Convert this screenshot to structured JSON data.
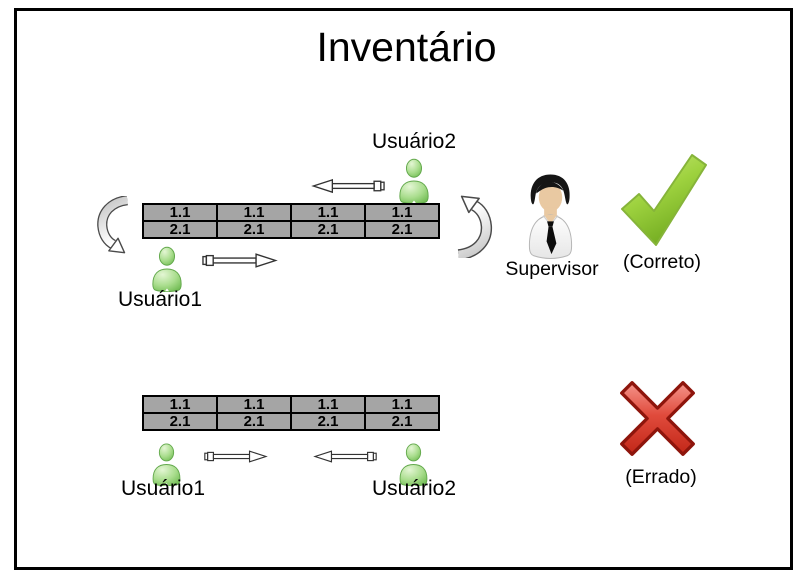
{
  "title": "Inventário",
  "inventory_table": {
    "rows": [
      [
        "1.1",
        "1.1",
        "1.1",
        "1.1"
      ],
      [
        "2.1",
        "2.1",
        "2.1",
        "2.1"
      ]
    ]
  },
  "scenario_correct": {
    "user2_label": "Usuário2",
    "user1_label": "Usuário1",
    "supervisor_label": "Supervisor",
    "verdict_label": "(Correto)"
  },
  "scenario_wrong": {
    "user1_label": "Usuário1",
    "user2_label": "Usuário2",
    "verdict_label": "(Errado)"
  },
  "icons": {
    "user": "person-icon (green buddy figure)",
    "supervisor": "supervisor-icon (person with shirt and tie)",
    "correct": "check-icon (glossy green checkmark)",
    "wrong": "cross-icon (glossy red X)",
    "swap": "curved-swap-arrow-icon (gray curved arrow)",
    "count_direction": "pencil-arrow-icon (outlined pencil arrow)"
  },
  "colors": {
    "table_cell_bg": "#a5a5a5",
    "table_border": "#000000",
    "check_green": "#9ed23f",
    "cross_red": "#d03a2b",
    "person_green": "#8fca6f",
    "curved_arrow_gray": "#c9c9c9",
    "frame_border": "#000000"
  }
}
